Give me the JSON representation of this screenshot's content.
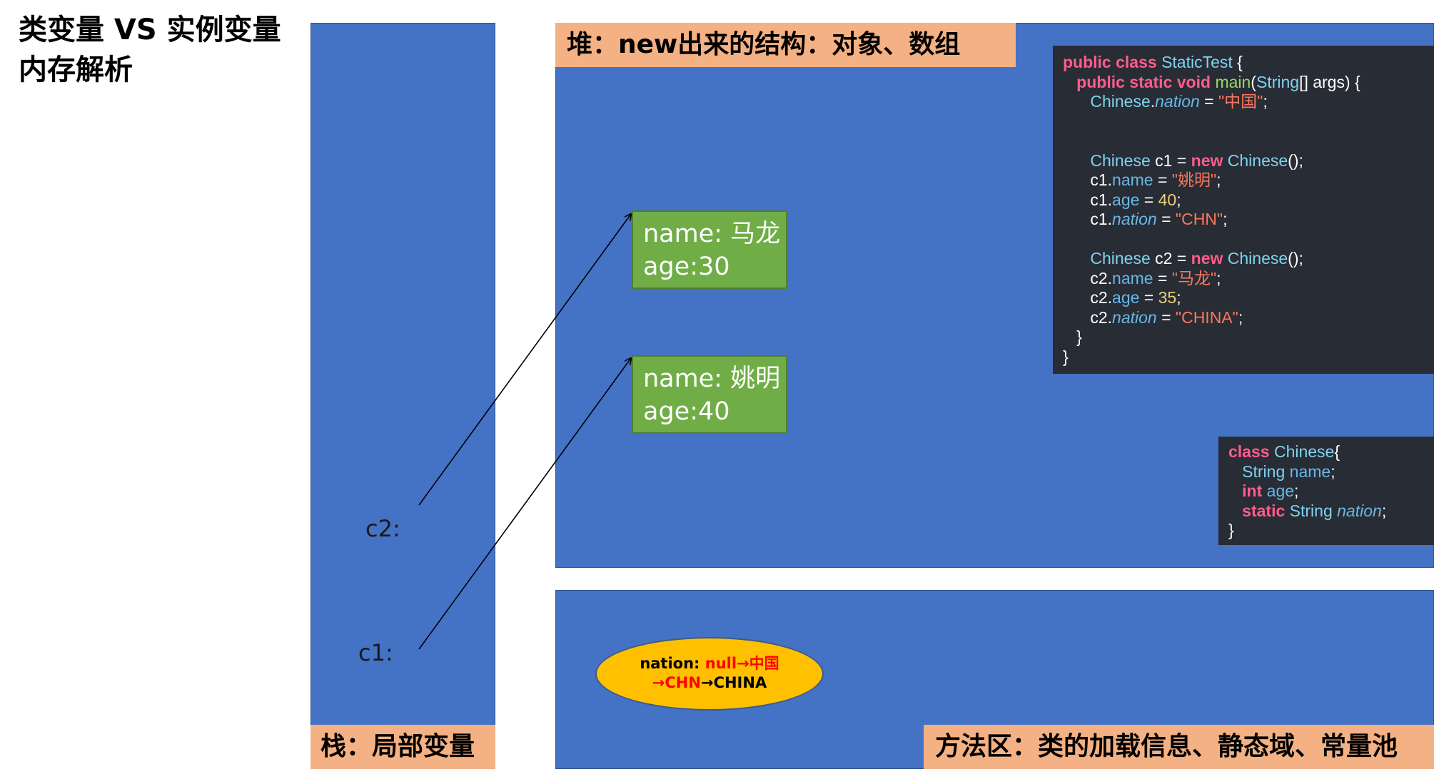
{
  "title": {
    "line1": "类变量 VS 实例变量",
    "line2": "内存解析"
  },
  "heap": {
    "label": "堆：new出来的结构：对象、数组"
  },
  "stack": {
    "label": "栈：局部变量",
    "vars": {
      "c2": "c2:",
      "c1": "c1:"
    }
  },
  "method_area": {
    "label": "方法区：类的加载信息、静态域、常量池"
  },
  "objects": [
    {
      "name_line": "name: 马龙",
      "age_line": "age:30"
    },
    {
      "name_line": "name: 姚明",
      "age_line": "age:40"
    }
  ],
  "static_field": {
    "prefix": "nation: ",
    "value_null": "null",
    "arrow1": "→",
    "value_cn": "中国",
    "arrow2": "→",
    "value_chn": "CHN",
    "arrow3": "→",
    "value_china": "CHINA"
  },
  "code_main": {
    "l1_kw": "public class",
    "l1_cls": "StaticTest",
    "l1_end": " {",
    "l2_kw": "public static void",
    "l2_fn": "main",
    "l2_p1": "(",
    "l2_cls": "String",
    "l2_p2": "[] args) {",
    "l3_cls": "Chinese",
    "l3_dot": ".",
    "l3_fld": "nation",
    "l3_eq": " = ",
    "l3_str": "\"中国\"",
    "l3_end": ";",
    "l4_cls": "Chinese",
    "l4_var": " c1 = ",
    "l4_kw": "new",
    "l4_cls2": "Chinese",
    "l4_end": "();",
    "l5_var": "c1",
    "l5_dot": ".",
    "l5_fld": "name",
    "l5_eq": " = ",
    "l5_str": "\"姚明\"",
    "l5_end": ";",
    "l6_var": "c1",
    "l6_dot": ".",
    "l6_fld": "age",
    "l6_eq": " = ",
    "l6_num": "40",
    "l6_end": ";",
    "l7_var": "c1",
    "l7_dot": ".",
    "l7_fld": "nation",
    "l7_eq": " = ",
    "l7_str": "\"CHN\"",
    "l7_end": ";",
    "l8_cls": "Chinese",
    "l8_var": " c2 = ",
    "l8_kw": "new",
    "l8_cls2": "Chinese",
    "l8_end": "();",
    "l9_var": "c2",
    "l9_dot": ".",
    "l9_fld": "name",
    "l9_eq": " = ",
    "l9_str": "\"马龙\"",
    "l9_end": ";",
    "l10_var": "c2",
    "l10_dot": ".",
    "l10_fld": "age",
    "l10_eq": " = ",
    "l10_num": "35",
    "l10_end": ";",
    "l11_var": "c2",
    "l11_dot": ".",
    "l11_fld": "nation",
    "l11_eq": " = ",
    "l11_str": "\"CHINA\"",
    "l11_end": ";",
    "l12": "}",
    "l13": "}"
  },
  "code_class": {
    "l1_kw": "class",
    "l1_cls": "Chinese",
    "l1_end": "{",
    "l2_cls": "String",
    "l2_fld": "name",
    "l2_end": ";",
    "l3_kw": "int",
    "l3_fld": "age",
    "l3_end": ";",
    "l4_kw": "static",
    "l4_cls": "String",
    "l4_fld": "nation",
    "l4_end": ";",
    "l5": "}"
  },
  "colors": {
    "region_blue": "#4472C4",
    "label_orange": "#F4B183",
    "object_green": "#70AD47",
    "static_ellipse": "#FFC000",
    "code_bg": "#282C34"
  }
}
